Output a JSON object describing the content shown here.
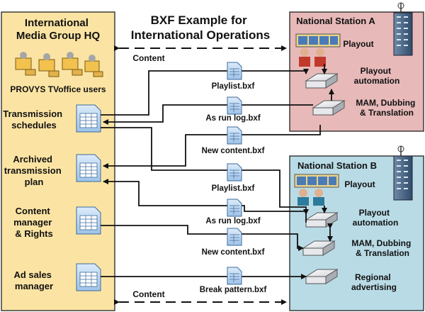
{
  "title": [
    "BXF Example for",
    "International Operations"
  ],
  "hq": {
    "title": [
      "International",
      "Media Group HQ"
    ],
    "users_label": "PROVYS TVoffice users",
    "items": [
      [
        "Transmission",
        "schedules"
      ],
      [
        "Archived",
        "transmission",
        "plan"
      ],
      [
        "Content",
        "manager",
        "& Rights"
      ],
      [
        "Ad sales",
        "manager"
      ]
    ]
  },
  "stationA": {
    "title": "National Station A",
    "playout": "Playout",
    "automation": [
      "Playout",
      "automation"
    ],
    "mam": [
      "MAM, Dubbing",
      "& Translation"
    ]
  },
  "stationB": {
    "title": "National Station B",
    "playout": "Playout",
    "automation": [
      "Playout",
      "automation"
    ],
    "mam": [
      "MAM, Dubbing",
      "& Translation"
    ],
    "regional": [
      "Regional",
      "advertising"
    ]
  },
  "content_top": "Content",
  "content_bottom": "Content",
  "files": [
    "Playlist.bxf",
    "As run log.bxf",
    "New content.bxf",
    "Playlist.bxf",
    "As run log.bxf",
    "New content.bxf",
    "Break pattern.bxf"
  ],
  "colors": {
    "hq_fill": "#fbe4a3",
    "stationA_fill": "#e7b9b9",
    "stationB_fill": "#b9dbe6"
  }
}
